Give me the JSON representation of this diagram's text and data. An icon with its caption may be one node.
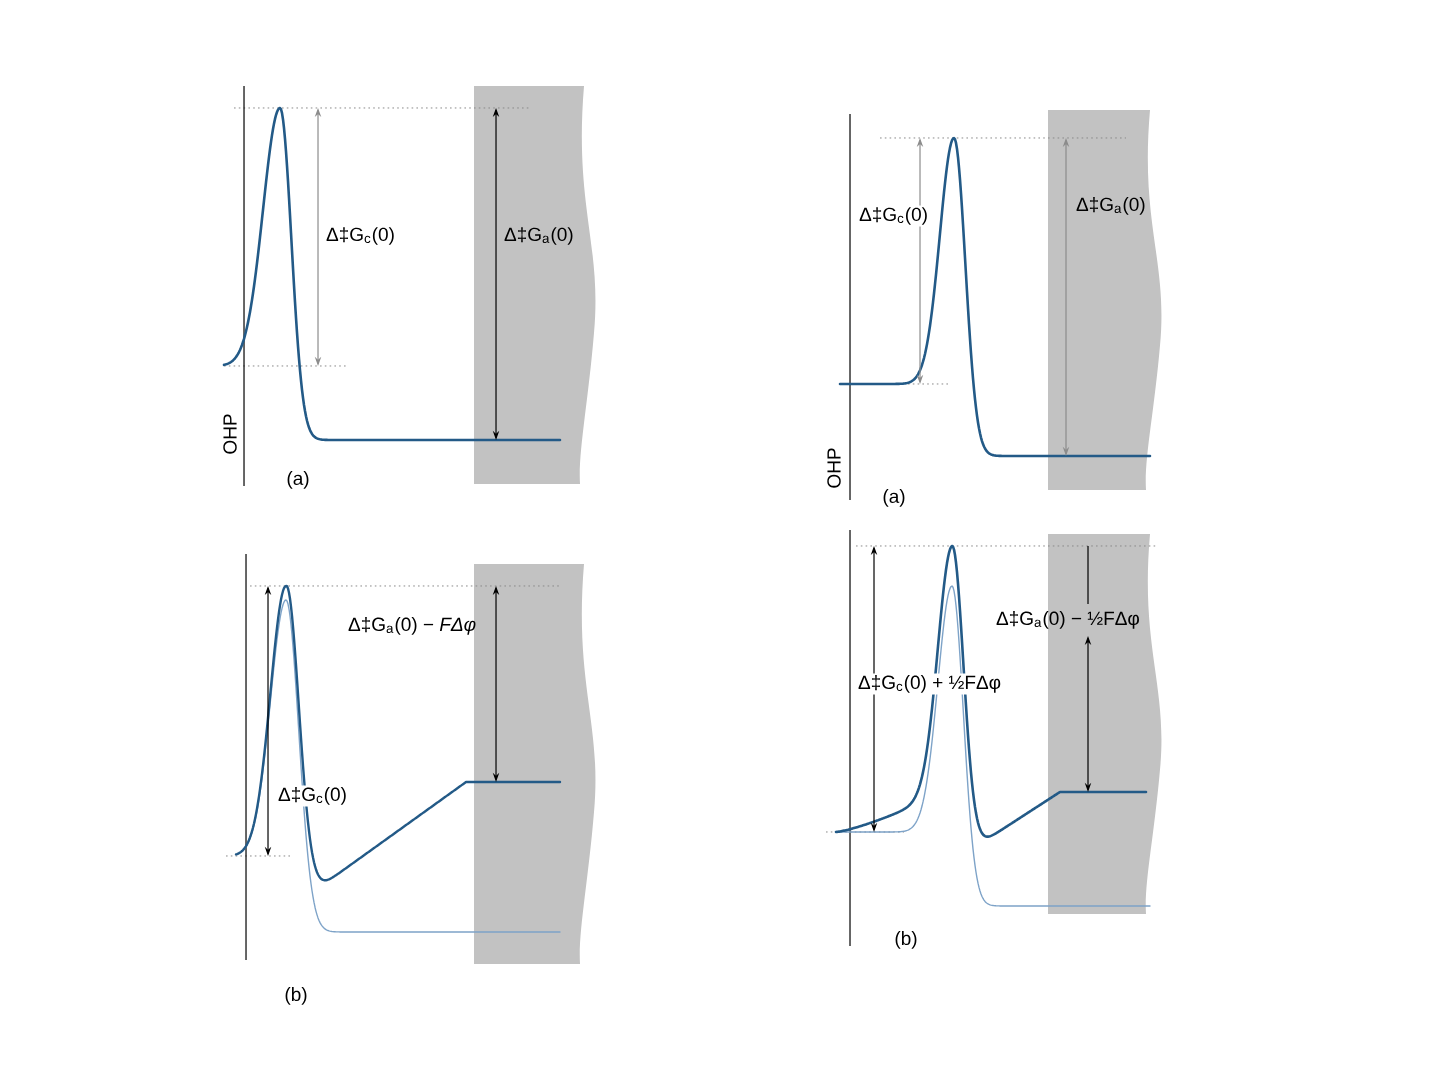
{
  "diagram": {
    "labels": [
      "Δ‡G$_{c}$(0)",
      "Δ‡G$_{a}$(0)",
      "OHP",
      "(a)",
      "Δ‡G$_{c}$(0)",
      "Δ‡G$_{a}$(0)",
      "OHP",
      "(a)",
      "Δ‡G$_{a}$(0) − *FΔφ*",
      "Δ‡G$_{c}$(0)",
      "(b)",
      "Δ‡G$_{a}$(0) − ½FΔφ",
      "Δ‡G$_{c}$(0) + ½FΔφ",
      "(b)"
    ]
  }
}
